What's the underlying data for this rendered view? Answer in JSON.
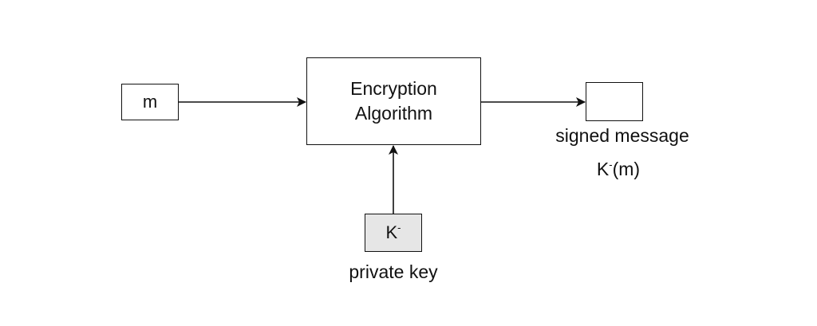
{
  "nodes": {
    "message": {
      "label": "m"
    },
    "encryption": {
      "line1": "Encryption",
      "line2": "Algorithm"
    },
    "output": {
      "label": ""
    },
    "private_key": {
      "label": "K",
      "superscript": "-"
    }
  },
  "labels": {
    "signed_message": "signed message",
    "signed_value_prefix": "K",
    "signed_value_superscript": "-",
    "signed_value_suffix": "(m)",
    "private_key": "private key"
  },
  "colors": {
    "stroke": "#111111",
    "key_fill": "#e6e6e6"
  }
}
